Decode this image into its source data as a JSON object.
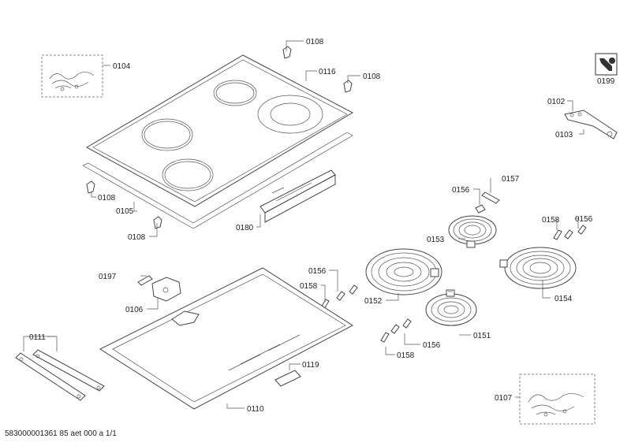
{
  "labels": {
    "p0104": "0104",
    "p0108a": "0108",
    "p0108b": "0108",
    "p0108c": "0108",
    "p0108d": "0108",
    "p0116": "0116",
    "p0105": "0105",
    "p0180": "0180",
    "p0199": "0199",
    "p0102": "0102",
    "p0103": "0103",
    "p0156a": "0156",
    "p0157": "0157",
    "p0153": "0153",
    "p0158a": "0158",
    "p0156b": "0156",
    "p0154": "0154",
    "p0197": "0197",
    "p0106": "0106",
    "p0156c": "0156",
    "p0158b": "0158",
    "p0152": "0152",
    "p0151": "0151",
    "p0156d": "0156",
    "p0158c": "0158",
    "p0111": "0111",
    "p0119": "0119",
    "p0110": "0110",
    "p0107": "0107"
  },
  "footer": "583000001361 85 aet 000 a 1/1"
}
